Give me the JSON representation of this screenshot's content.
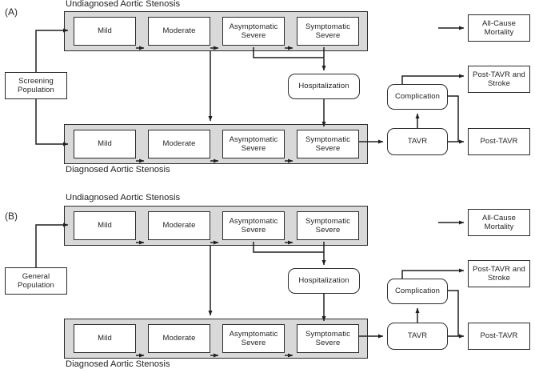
{
  "figure": {
    "panels": [
      {
        "id": "A",
        "letter": "(A)",
        "entry_node": "Screening Population",
        "bands": [
          {
            "label": "Undiagnosed Aortic Stenosis",
            "label_position": "top",
            "stages": [
              "Mild",
              "Moderate",
              "Asymptomatic Severe",
              "Symptomatic Severe"
            ]
          },
          {
            "label": "Diagnosed Aortic Stenosis",
            "label_position": "bottom",
            "stages": [
              "Mild",
              "Moderate",
              "Asymptomatic Severe",
              "Symptomatic Severe"
            ]
          }
        ],
        "nodes": {
          "hospitalization": "Hospitalization",
          "tavr": "TAVR",
          "complication": "Complication",
          "post_tavr_and_stroke": "Post-TAVR and Stroke",
          "post_tavr": "Post-TAVR",
          "all_cause_mortality": "All-Cause Mortality"
        },
        "edges": [
          "Screening Population -> Undiagnosed Mild",
          "Screening Population -> Diagnosed Mild",
          "Undiagnosed Mild -> Undiagnosed Moderate",
          "Undiagnosed Moderate -> Undiagnosed Asymptomatic Severe",
          "Undiagnosed Asymptomatic Severe -> Undiagnosed Symptomatic Severe",
          "Undiagnosed Asymptomatic Severe -> Hospitalization",
          "Undiagnosed Symptomatic Severe -> Hospitalization",
          "Undiagnosed band -> Diagnosed band",
          "Hospitalization -> Diagnosed Symptomatic Severe",
          "Diagnosed Mild -> Diagnosed Moderate",
          "Diagnosed Moderate -> Diagnosed Asymptomatic Severe",
          "Diagnosed Asymptomatic Severe -> Diagnosed Symptomatic Severe",
          "Diagnosed Symptomatic Severe -> TAVR",
          "TAVR -> Complication",
          "TAVR -> Post-TAVR",
          "Complication -> Post-TAVR and Stroke",
          "Complication -> Post-TAVR",
          "-> All-Cause Mortality"
        ]
      },
      {
        "id": "B",
        "letter": "(B)",
        "entry_node": "General Population",
        "bands": [
          {
            "label": "Undiagnosed Aortic Stenosis",
            "label_position": "top",
            "stages": [
              "Mild",
              "Moderate",
              "Asymptomatic Severe",
              "Symptomatic Severe"
            ]
          },
          {
            "label": "Diagnosed Aortic Stenosis",
            "label_position": "bottom",
            "stages": [
              "Mild",
              "Moderate",
              "Asymptomatic Severe",
              "Symptomatic Severe"
            ]
          }
        ],
        "nodes": {
          "hospitalization": "Hospitalization",
          "tavr": "TAVR",
          "complication": "Complication",
          "post_tavr_and_stroke": "Post-TAVR and Stroke",
          "post_tavr": "Post-TAVR",
          "all_cause_mortality": "All-Cause Mortality"
        },
        "edges": [
          "General Population -> Undiagnosed Mild",
          "Undiagnosed Mild -> Undiagnosed Moderate",
          "Undiagnosed Moderate -> Undiagnosed Asymptomatic Severe",
          "Undiagnosed Asymptomatic Severe -> Undiagnosed Symptomatic Severe",
          "Undiagnosed Asymptomatic Severe -> Hospitalization",
          "Undiagnosed Symptomatic Severe -> Hospitalization",
          "Undiagnosed band -> Diagnosed band",
          "Hospitalization -> Diagnosed Symptomatic Severe",
          "Diagnosed Mild -> Diagnosed Moderate",
          "Diagnosed Moderate -> Diagnosed Asymptomatic Severe",
          "Diagnosed Asymptomatic Severe -> Diagnosed Symptomatic Severe",
          "Diagnosed Symptomatic Severe -> TAVR",
          "TAVR -> Complication",
          "TAVR -> Post-TAVR",
          "Complication -> Post-TAVR and Stroke",
          "Complication -> Post-TAVR",
          "-> All-Cause Mortality"
        ]
      }
    ]
  },
  "colors": {
    "band_fill": "#d9d9d9",
    "stroke": "#2b2b2b",
    "node_fill": "#ffffff",
    "text": "#231f20",
    "background": "#ffffff"
  }
}
